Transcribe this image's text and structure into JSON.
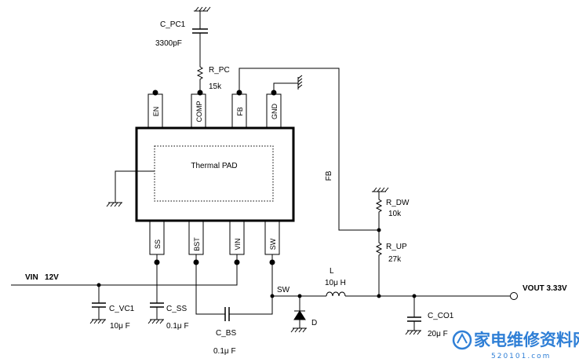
{
  "ic": {
    "thermal_pad": "Thermal PAD",
    "top_pins": [
      "EN",
      "COMP",
      "FB",
      "GND"
    ],
    "bottom_pins": [
      "SS",
      "BST",
      "VIN",
      "SW"
    ]
  },
  "components": {
    "c_pc1": {
      "name": "C_PC1",
      "value": "3300pF"
    },
    "r_pc": {
      "name": "R_PC",
      "value": "15k"
    },
    "r_dw": {
      "name": "R_DW",
      "value": "10k"
    },
    "r_up": {
      "name": "R_UP",
      "value": "27k"
    },
    "inductor": {
      "name": "L",
      "value": "10μ H"
    },
    "c_vc1": {
      "name": "C_VC1",
      "value": "10μ F"
    },
    "c_ss": {
      "name": "C_SS",
      "value": "0.1μ F"
    },
    "c_bs": {
      "name": "C_BS",
      "value": "0.1μ F"
    },
    "c_co1": {
      "name": "C_CO1",
      "value": "20μ F"
    },
    "diode": {
      "name": "D"
    }
  },
  "nets": {
    "fb": "FB",
    "sw": "SW",
    "vin": "VIN   12V",
    "vout": "VOUT 3.33V"
  },
  "watermark": {
    "text": "家电维修资料网",
    "url": "520101.com"
  }
}
